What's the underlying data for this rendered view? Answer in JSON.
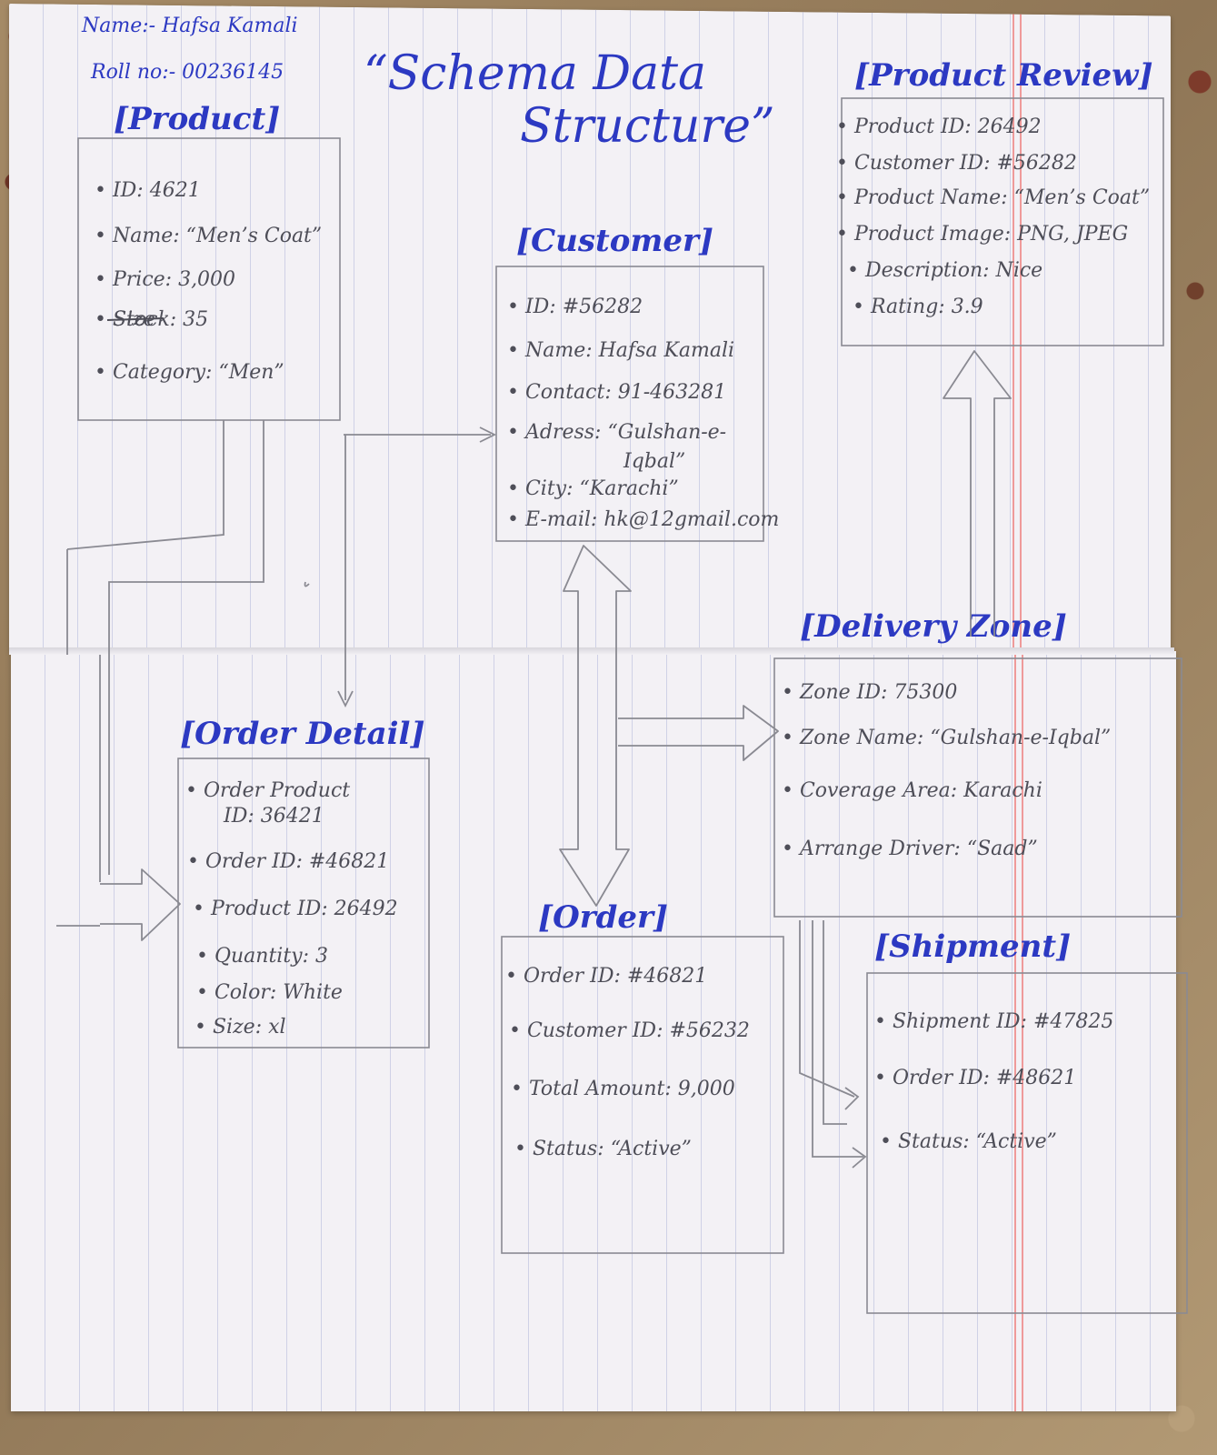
{
  "header": {
    "name_line": "Name:- Hafsa Kamali",
    "roll_line": "Roll no:- 00236145"
  },
  "title": {
    "line1": "“Schema Data",
    "line2": "Structure”"
  },
  "entities": {
    "product": {
      "title": "[Product]",
      "fields": [
        "• ID: 4621",
        "• Name: “Men’s Coat”",
        "• Price: 3,000",
        "• Stock: 35",
        "• Category: “Men”"
      ],
      "struck_text": "Size"
    },
    "customer": {
      "title": "[Customer]",
      "fields": [
        "• ID: #56282",
        "• Name: Hafsa Kamali",
        "• Contact: 91-463281",
        "• Adress: “Gulshan-e-",
        "Iqbal”",
        "• City: “Karachi”",
        "• E-mail: hk@12gmail.com"
      ]
    },
    "product_review": {
      "title": "[Product Review]",
      "fields": [
        "• Product ID: 26492",
        "• Customer ID: #56282",
        "• Product Name: “Men’s Coat”",
        "• Product Image: PNG, JPEG",
        "• Description: Nice",
        "• Rating: 3.9"
      ]
    },
    "delivery_zone": {
      "title": "[Delivery Zone]",
      "fields": [
        "• Zone ID: 75300",
        "• Zone Name: “Gulshan-e-Iqbal”",
        "• Coverage Area: Karachi",
        "• Arrange Driver: “Saad”"
      ]
    },
    "order_detail": {
      "title": "[Order Detail]",
      "fields": [
        "• Order Product",
        "ID: 36421",
        "• Order ID: #46821",
        "• Product ID: 26492",
        "• Quantity: 3",
        "• Color: White",
        "• Size: xl"
      ]
    },
    "order": {
      "title": "[Order]",
      "fields": [
        "• Order ID: #46821",
        "• Customer ID: #56232",
        "• Total Amount: 9,000",
        "• Status: “Active”"
      ]
    },
    "shipment": {
      "title": "[Shipment]",
      "fields": [
        "• Shipment ID: #47825",
        "• Order ID: #48621",
        "• Status: “Active”"
      ]
    }
  },
  "colors": {
    "ink": "#2c39c2",
    "pencil": "#4e4e58",
    "paper": "#f3f1f5",
    "rule_line": "#cfd1e6",
    "margin_line": "#ef9a9a"
  }
}
